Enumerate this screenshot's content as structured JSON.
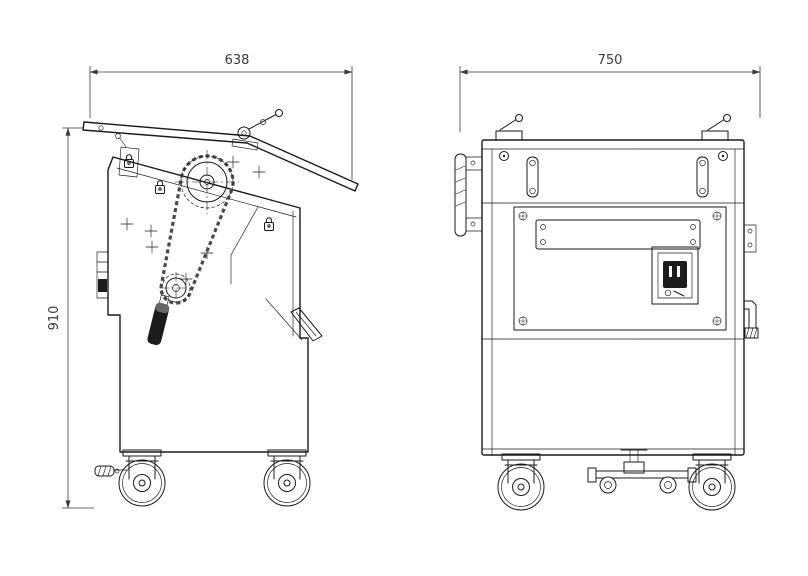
{
  "colors": {
    "line": "#1a1a1a",
    "dim": "#3a3a3a",
    "dark": "#1c1c1c"
  },
  "views": {
    "side": {
      "dim_width": "638",
      "dim_height": "910"
    },
    "front": {
      "dim_width": "750"
    }
  }
}
